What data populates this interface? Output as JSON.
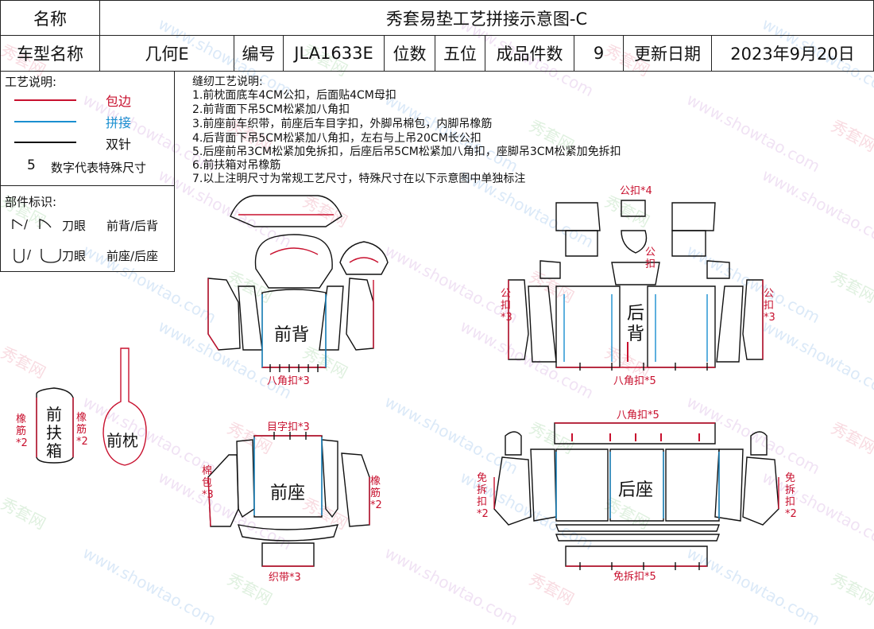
{
  "header": {
    "name_label": "名称",
    "title": "秀套易垫工艺拼接示意图-C",
    "model_label": "车型名称",
    "model_value": "几何E",
    "code_label": "编号",
    "code_value": "JLA1633E",
    "seats_label": "位数",
    "seats_value": "五位",
    "pieces_label": "成品件数",
    "pieces_value": "9",
    "date_label": "更新日期",
    "date_value": "2023年9月20日"
  },
  "legend": {
    "title": "工艺说明:",
    "items": [
      {
        "label": "包边",
        "color": "#c8102e"
      },
      {
        "label": "拼接",
        "color": "#1a8fd0"
      },
      {
        "label": "双针",
        "color": "#111111"
      }
    ],
    "size_number": "5",
    "size_text": "数字代表特殊尺寸"
  },
  "parts_legend": {
    "title": "部件标识:",
    "rows": [
      {
        "symbol": " /  刀眼",
        "meaning": "前背/后背"
      },
      {
        "symbol": "U/  刀眼",
        "meaning": "前座/后座"
      }
    ]
  },
  "notes": {
    "title": "缝纫工艺说明:",
    "lines": [
      "1.前枕面底车4CM公扣，后面贴4CM母扣",
      "2.前背面下吊5CM松紧加八角扣",
      "3.前座前车织带，前座后车目字扣，外脚吊棉包，内脚吊橡筋",
      "4.后背面下吊5CM松紧加八角扣，左右与上吊20CM长公扣",
      "5.后座前吊3CM松紧加免拆扣，后座后吊5CM松紧加八角扣，座脚吊3CM松紧加免拆扣",
      "6.前扶箱对吊橡筋",
      "7.以上注明尺寸为常规工艺尺寸，特殊尺寸在以下示意图中单独标注"
    ]
  },
  "diagram_labels": {
    "front_back": "前背",
    "front_back_note": "八角扣*3",
    "rear_back_1": "后",
    "rear_back_2": "背",
    "rear_back_top": "公扣*4",
    "rear_back_mid": "公扣",
    "rear_back_mid2": "扣",
    "rear_back_left": "公扣*3",
    "rear_back_right": "公扣*3",
    "rear_back_bottom": "八角扣*5",
    "armrest_1": "前",
    "armrest_2": "扶",
    "armrest_3": "箱",
    "armrest_left": "橡筋*2",
    "armrest_right": "橡筋*2",
    "headrest": "前枕",
    "front_seat": "前座",
    "front_seat_top": "目字扣*3",
    "front_seat_left": "棉包*3",
    "front_seat_right": "橡筋*2",
    "front_seat_bottom": "织带*3",
    "rear_seat": "后座",
    "rear_seat_top": "八角扣*5",
    "rear_seat_left": "免拆扣*2",
    "rear_seat_right": "免拆扣*2",
    "rear_seat_bottom": "免拆扣*5"
  },
  "watermark": {
    "text_cn": "秀套网",
    "text_en": "www.showtao.com"
  }
}
